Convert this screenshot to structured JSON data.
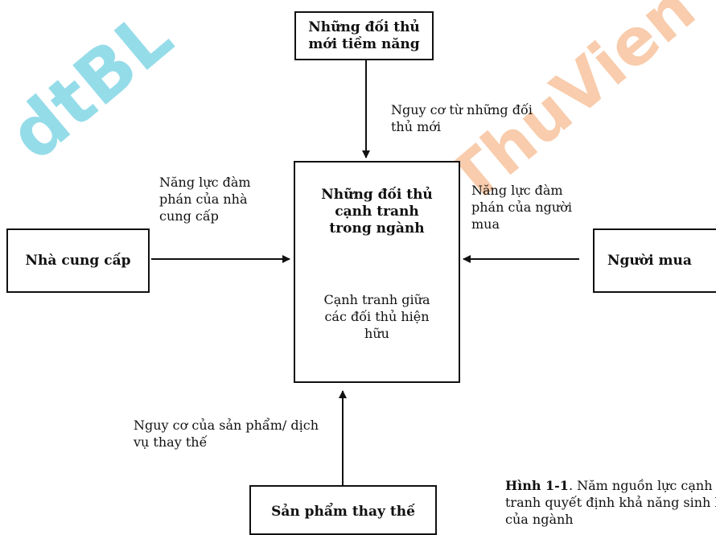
{
  "watermark": {
    "left": "dtBL",
    "right": "ThuVien"
  },
  "boxes": {
    "new_entrants": "Những đối thủ mới tiềm năng",
    "center_title": "Những đối thủ cạnh tranh trong ngành",
    "center_sub": "Cạnh tranh giữa các đối thủ hiện hữu",
    "suppliers": "Nhà cung cấp",
    "buyers": "Người mua",
    "substitutes": "Sản phẩm thay thế"
  },
  "labels": {
    "threat_new": "Nguy cơ từ những đối thủ mới",
    "supplier_power": "Năng lực đàm phán của nhà cung cấp",
    "buyer_power": "Năng lực đàm phán của người mua",
    "threat_substitutes": "Nguy cơ của sản phẩm/ dịch vụ thay thế"
  },
  "caption": {
    "prefix": "Hình 1-1",
    "text": ". Năm nguồn lực cạnh tranh quyết định khả năng sinh lợi của ngành"
  }
}
